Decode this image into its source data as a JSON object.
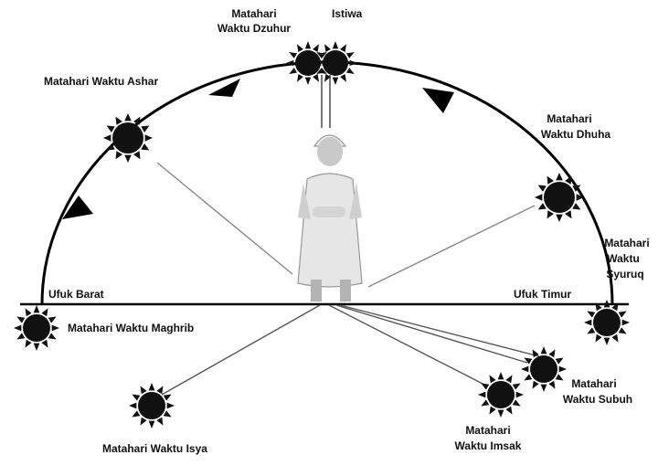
{
  "labels": {
    "dzuhur_line1": "Matahari",
    "dzuhur_line2": "Waktu Dzuhur",
    "istiwa": "Istiwa",
    "ashar": "Matahari Waktu Ashar",
    "dhuha_line1": "Matahari",
    "dhuha_line2": "Waktu Dhuha",
    "syuruq_line1": "Matahari",
    "syuruq_line2": "Waktu",
    "syuruq_line3": "Syuruq",
    "ufuk_barat": "Ufuk Barat",
    "ufuk_timur": "Ufuk Timur",
    "maghrib": "Matahari Waktu Maghrib",
    "isya": "Matahari Waktu Isya",
    "imsak_line1": "Matahari",
    "imsak_line2": "Waktu Imsak",
    "subuh_line1": "Matahari",
    "subuh_line2": "Waktu Subuh"
  },
  "colors": {
    "sun": "#111111",
    "line": "#000000",
    "ray": "#888888",
    "robe": "#e6e6e6"
  }
}
